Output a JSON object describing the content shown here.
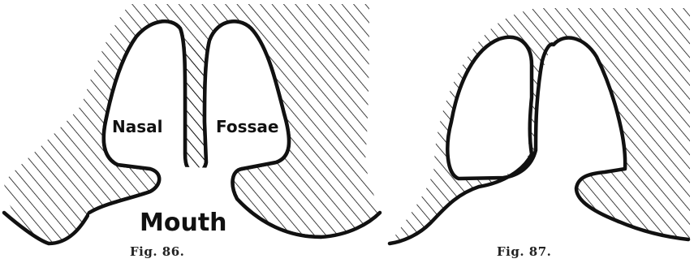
{
  "figures": [
    {
      "caption": "Fig. 86.",
      "labels": {
        "left_cavity": "Nasal",
        "right_cavity": "Fossae",
        "bottom": "Mouth"
      }
    },
    {
      "caption": "Fig. 87.",
      "labels": {}
    }
  ],
  "colors": {
    "ink": "#111111",
    "background": "#ffffff"
  }
}
